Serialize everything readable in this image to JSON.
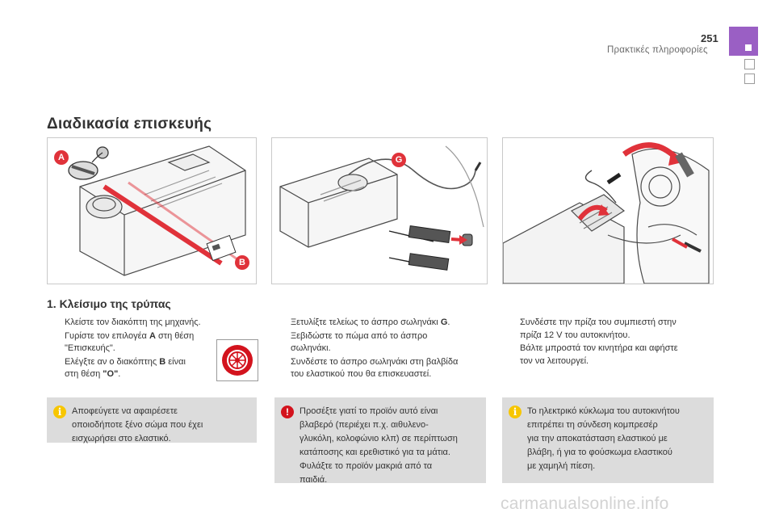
{
  "header": {
    "page_number": "251",
    "section": "Πρακτικές πληροφορίες"
  },
  "title": "Διαδικασία επισκευής",
  "subtitle": "1. Κλείσιμο της τρύπας",
  "callouts": {
    "a": "A",
    "b": "B",
    "g": "G"
  },
  "bullet_glyph": "",
  "col1": {
    "step1": "Κλείστε τον διακόπτη της μηχανής.",
    "step2_pre": "Γυρίστε τον επιλογέα ",
    "step2_bold": "A",
    "step2_post": " στη θέση",
    "step2_line2": "\"Επισκευής\".",
    "step3_pre": "Ελέγξτε αν ο διακόπτης ",
    "step3_bold": "B",
    "step3_post": " είναι",
    "step3_line2_pre": "στη θέση ",
    "step3_line2_bold": "\"O\"",
    "step3_line2_post": "."
  },
  "col2": {
    "step1_pre": "Ξετυλίξτε τελείως το άσπρο σωληνάκι ",
    "step1_bold": "G",
    "step1_post": ".",
    "step2_line1": "Ξεβιδώστε το πώμα από το άσπρο",
    "step2_line2": "σωληνάκι.",
    "step3_line1": "Συνδέστε το άσπρο σωληνάκι στη βαλβίδα",
    "step3_line2": "του ελαστικού που θα επισκευαστεί."
  },
  "col3": {
    "step1_line1": "Συνδέστε την πρίζα του συμπιεστή στην",
    "step1_line2": "πρίζα 12 V του αυτοκινήτου.",
    "step2_line1": "Βάλτε μπροστά τον κινητήρα και αφήστε",
    "step2_line2": "τον να λειτουργεί."
  },
  "notes": {
    "info1": [
      "Αποφεύγετε να αφαιρέσετε",
      "οποιοδήποτε ξένο σώμα που έχει",
      "εισχωρήσει στο ελαστικό."
    ],
    "warning": [
      "Προσέξτε γιατί το προϊόν αυτό είναι",
      "βλαβερό (περιέχει π.χ. αιθυλενο-",
      "γλυκόλη, κολοφώνιο κλπ) σε περίπτωση",
      "κατάποσης και ερεθιστικό για τα μάτια.",
      "Φυλάξτε το προϊόν μακριά από τα",
      "παιδιά."
    ],
    "info2": [
      "Το ηλεκτρικό κύκλωμα του αυτοκινήτου",
      "επιτρέπει τη σύνδεση κομπρεσέρ",
      "για την αποκατάσταση ελαστικού με",
      "βλάβη, ή για το φούσκωμα ελαστικού",
      "με χαμηλή πίεση."
    ]
  },
  "icons": {
    "info": "info-icon",
    "warning": "warning-icon",
    "tire": "tire-icon"
  },
  "colors": {
    "accent_purple": "#9a5fc4",
    "callout_red": "#e0323a",
    "note_bg": "#dcdcdc",
    "info_yellow": "#f7c600",
    "warning_red": "#d3131d"
  },
  "watermark": "carmanualsonline.info"
}
